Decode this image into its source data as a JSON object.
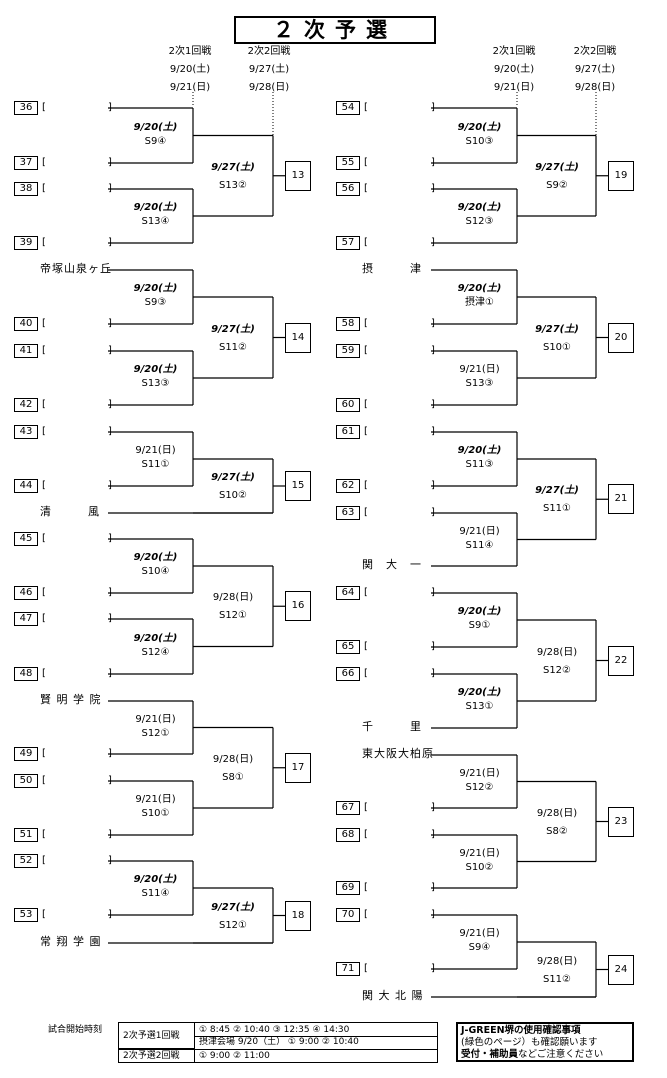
{
  "title": "２次予選",
  "headers": {
    "round1": "2次1回戦",
    "round2": "2次2回戦",
    "round1_dates": [
      "9/20(土)",
      "9/21(日)"
    ],
    "round2_dates": [
      "9/27(土)",
      "9/28(日)"
    ]
  },
  "bracket_open": "[",
  "bracket_close": "]",
  "seeds": [
    "36",
    "37",
    "38",
    "39",
    "40",
    "41",
    "42",
    "43",
    "44",
    "45",
    "46",
    "47",
    "48",
    "49",
    "50",
    "51",
    "52",
    "53",
    "54",
    "55",
    "56",
    "57",
    "58",
    "59",
    "60",
    "61",
    "62",
    "63",
    "64",
    "65",
    "66",
    "67",
    "68",
    "69",
    "70",
    "71"
  ],
  "schools": [
    "帝塚山泉ヶ丘",
    "清　　　風",
    "賢 明 学 院",
    "常 翔 学 園",
    "摂　　　津",
    "関　大　一",
    "千　　　里",
    "東大阪大柏原",
    "関 大 北 陽"
  ],
  "left_r1": [
    {
      "date": "9/20(土)",
      "venue": "S9④"
    },
    {
      "date": "9/20(土)",
      "venue": "S13④"
    },
    {
      "date": "9/20(土)",
      "venue": "S9③"
    },
    {
      "date": "9/20(土)",
      "venue": "S13③"
    },
    {
      "date": "9/21(日)",
      "venue": "S11①"
    },
    {
      "date": "9/20(土)",
      "venue": "S10④"
    },
    {
      "date": "9/20(土)",
      "venue": "S12④"
    },
    {
      "date": "9/21(日)",
      "venue": "S12①"
    },
    {
      "date": "9/21(日)",
      "venue": "S10①"
    },
    {
      "date": "9/20(土)",
      "venue": "S11④"
    }
  ],
  "left_r2": [
    {
      "date": "9/27(土)",
      "venue": "S13②",
      "winner": "13"
    },
    {
      "date": "9/27(土)",
      "venue": "S11②",
      "winner": "14"
    },
    {
      "date": "9/27(土)",
      "venue": "S10②",
      "winner": "15"
    },
    {
      "date": "9/28(日)",
      "venue": "S12①",
      "winner": "16"
    },
    {
      "date": "9/28(日)",
      "venue": "S8①",
      "winner": "17"
    },
    {
      "date": "9/27(土)",
      "venue": "S12①",
      "winner": "18"
    }
  ],
  "right_r1": [
    {
      "date": "9/20(土)",
      "venue": "S10③"
    },
    {
      "date": "9/20(土)",
      "venue": "S12③"
    },
    {
      "date": "9/20(土)",
      "venue": "摂津①"
    },
    {
      "date": "9/21(日)",
      "venue": "S13③"
    },
    {
      "date": "9/20(土)",
      "venue": "S11③"
    },
    {
      "date": "9/21(日)",
      "venue": "S11④"
    },
    {
      "date": "9/20(土)",
      "venue": "S9①"
    },
    {
      "date": "9/20(土)",
      "venue": "S13①"
    },
    {
      "date": "9/21(日)",
      "venue": "S12②"
    },
    {
      "date": "9/21(日)",
      "venue": "S10②"
    },
    {
      "date": "9/21(日)",
      "venue": "S9④"
    }
  ],
  "right_r2": [
    {
      "date": "9/27(土)",
      "venue": "S9②",
      "winner": "19"
    },
    {
      "date": "9/27(土)",
      "venue": "S10①",
      "winner": "20"
    },
    {
      "date": "9/27(土)",
      "venue": "S11①",
      "winner": "21"
    },
    {
      "date": "9/28(日)",
      "venue": "S12②",
      "winner": "22"
    },
    {
      "date": "9/28(日)",
      "venue": "S8②",
      "winner": "23"
    },
    {
      "date": "9/28(日)",
      "venue": "S11②",
      "winner": "24"
    }
  ],
  "footer": {
    "start_time_label": "試合開始時刻",
    "row1_label": "2次予選1回戦",
    "row1_line1": "①  8:45   ②  10:40   ③  12:35   ④  14:30",
    "row1_line2": "摂津会場  9/20（土）  ①  9:00   ②  10:40",
    "row2_label": "2次予選2回戦",
    "row2_line": "①  9:00   ②  11:00",
    "jgreen_title": "J-GREEN堺の使用確認事項",
    "jgreen_line2": "(緑色のページ）も確認願います",
    "jgreen_line3_bold": "受付・補助員",
    "jgreen_line3_rest": "などご注意ください"
  }
}
